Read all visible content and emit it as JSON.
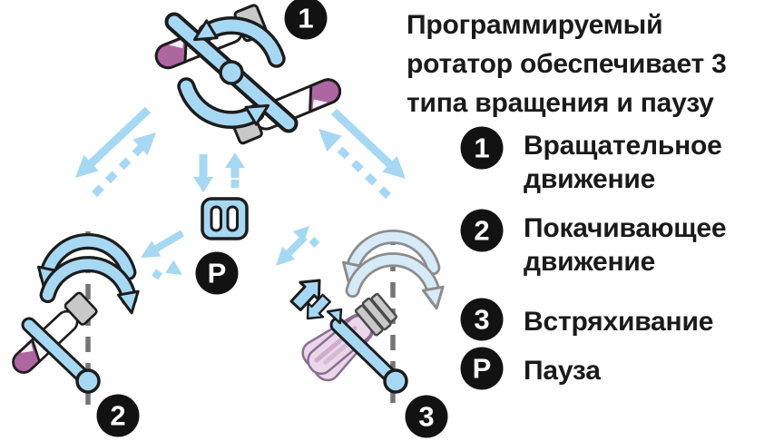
{
  "intro": {
    "line1": "Программируемый",
    "line2": "ротатор обеспечивает 3",
    "line3": "типа вращения и паузу"
  },
  "legend": {
    "items": [
      {
        "num": "1",
        "label": "Вращательное движение"
      },
      {
        "num": "2",
        "label": "Покачивающее движение"
      },
      {
        "num": "3",
        "label": "Встряхивание"
      },
      {
        "num": "P",
        "label": "Пауза"
      }
    ]
  },
  "diagram": {
    "badges": {
      "rotation": "1",
      "rocking": "2",
      "shaking": "3",
      "pause": "P"
    },
    "icons": [
      "pause-icon",
      "rotator-icon",
      "rocking-tube-icon",
      "shaking-tube-icon",
      "rotation-arrows-icon",
      "rocking-arrows-icon",
      "shake-arrows-icon"
    ]
  },
  "colors": {
    "arrow_blue": "#A6D8F3",
    "pale_arc_blue": "#D7EAF7",
    "liquid_purple": "#AE66A1",
    "ghost_tube_pink": "#EAD8EA",
    "cap_gray": "#C8C8C8",
    "outline_dark": "#1C1C1C",
    "arc_gray_outline": "#8C8C8C",
    "dash_line_gray": "#757575",
    "badge_black": "#121212",
    "text_black": "#1A1A1A"
  }
}
